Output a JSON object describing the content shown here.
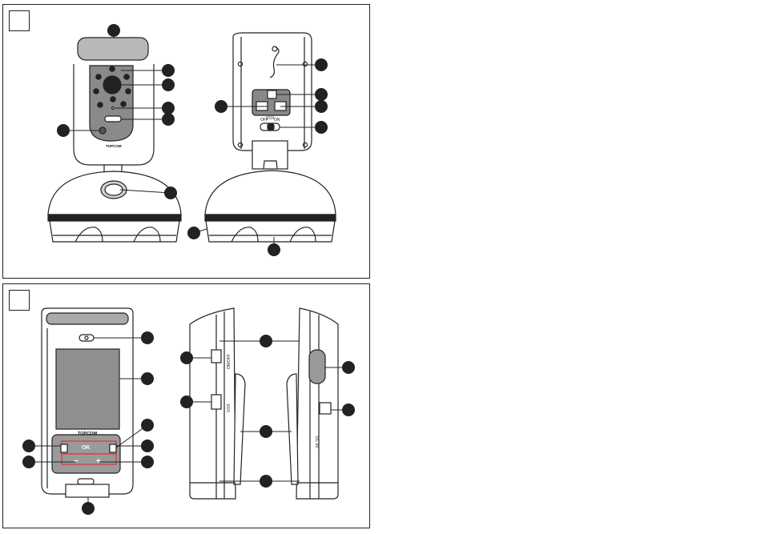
{
  "figure_a": {
    "brand_text": "TOPCOM",
    "switch_labels": [
      "OFF",
      "VOX",
      "ON"
    ]
  },
  "figure_b": {
    "brand_text": "TOPCOM",
    "ok_label": "OK",
    "minus_label": "−",
    "plus_label": "+",
    "side_text_1": "ON/OFF",
    "side_text_2": "VOX",
    "side_text_3": "DC 6V"
  }
}
